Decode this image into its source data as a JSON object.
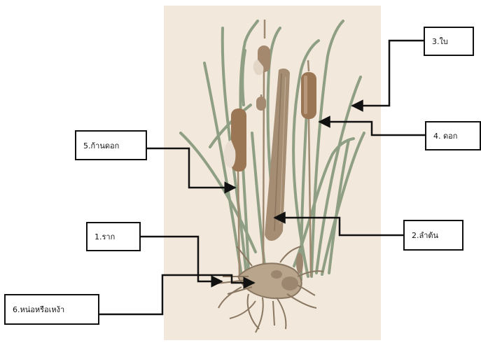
{
  "labels": {
    "leaf": "3.ใบ",
    "flower": "4. ดอก",
    "peduncle": "5.ก้านดอก",
    "root": "1.ราก",
    "stem": "2.ลำต้น",
    "rhizome": "6.หน่อหรือเหง้า"
  },
  "colors": {
    "illustration_background": "#f2e8dc",
    "leaf_green": "#8f9f84",
    "stem_brown": "#a58d74",
    "spike_brown": "#9a7655",
    "root_brown": "#8a7762",
    "arrow": "#111111"
  }
}
